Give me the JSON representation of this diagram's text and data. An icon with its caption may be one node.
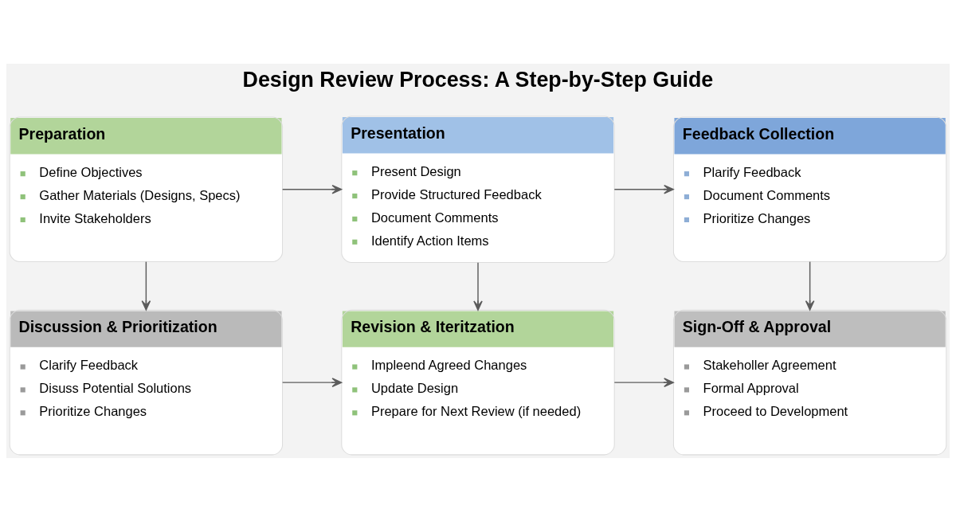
{
  "diagram": {
    "title": "Design Review Process: A Step-by-Step Guide",
    "nodes": [
      {
        "text": [
          "Preparation",
          "Define Objectives",
          "Gather Materials (Designs, Specs)",
          "Invite Stakeholders"
        ]
      },
      {
        "text": [
          "Presentation",
          "Present Design",
          "Provide Structured Feedback",
          "Document Comments",
          "Identify Action Items"
        ]
      },
      {
        "text": [
          "Feedback Collection",
          "Plarify Feedback",
          "Document Comments",
          "Prioritize Changes"
        ]
      },
      {
        "text": [
          "Discussion & Prioritization",
          "Clarify Feedback",
          "Disuss Potential Solutions",
          "Prioritize Changes"
        ]
      },
      {
        "text": [
          "Revision & Iteritzation",
          "Impleend Agreed Changes",
          "Update Design",
          "Prepare for Next Review (if needed)"
        ]
      },
      {
        "text": [
          "Sign-Off & Approval",
          "Stakeholler Agreement",
          "Formal Approval",
          "Proceed to Development"
        ]
      }
    ],
    "edges": [
      {
        "from": 0,
        "to": 1,
        "arrow": "to"
      },
      {
        "from": 1,
        "to": 2,
        "arrow": "to"
      },
      {
        "from": 0,
        "to": 3,
        "arrow": "to"
      },
      {
        "from": 1,
        "to": 4,
        "arrow": "to"
      },
      {
        "from": 2,
        "to": 5,
        "arrow": "to"
      },
      {
        "from": 3,
        "to": 4,
        "arrow": "to"
      },
      {
        "from": 4,
        "to": 5,
        "arrow": "to"
      }
    ]
  }
}
